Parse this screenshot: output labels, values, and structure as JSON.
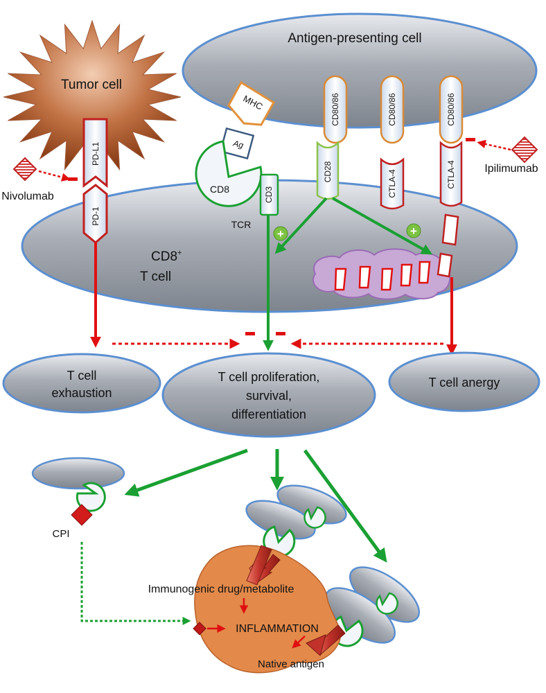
{
  "cells": {
    "apc": "Antigen-presenting cell",
    "tumor": "Tumor cell",
    "tcell_line1": "CD8",
    "tcell_sup": "+",
    "tcell_line2": "T cell"
  },
  "receptors": {
    "mhc": "MHC",
    "ag": "Ag",
    "cd8": "CD8",
    "cd3": "CD3",
    "tcr": "TCR",
    "cd80_86": "CD80/86",
    "cd28": "CD28",
    "ctla4": "CTLA-4",
    "pdl1": "PD-L1",
    "pd1": "PD-1"
  },
  "drugs": {
    "nivolumab": "Nivolumab",
    "ipilimumab": "Ipilimumab",
    "cpi": "CPI"
  },
  "signs": {
    "plus": "+",
    "minus": "−"
  },
  "outcomes": {
    "exhaustion": [
      "T cell",
      "exhaustion"
    ],
    "proliferation": [
      "T cell proliferation,",
      "survival,",
      "differentiation"
    ],
    "anergy": "T cell anergy"
  },
  "organ": {
    "drug": "Immunogenic drug/metabolite",
    "inflammation": "INFLAMMATION",
    "native": "Native antigen"
  },
  "colors": {
    "cell_fill": "#9ea3ab",
    "cell_stroke": "#4f81bd",
    "activate": "#1aa032",
    "inhibit": "#e01010",
    "tumor": "#a9592e",
    "organ": "#e38a4c",
    "vesicle": "#c5a7d3"
  }
}
